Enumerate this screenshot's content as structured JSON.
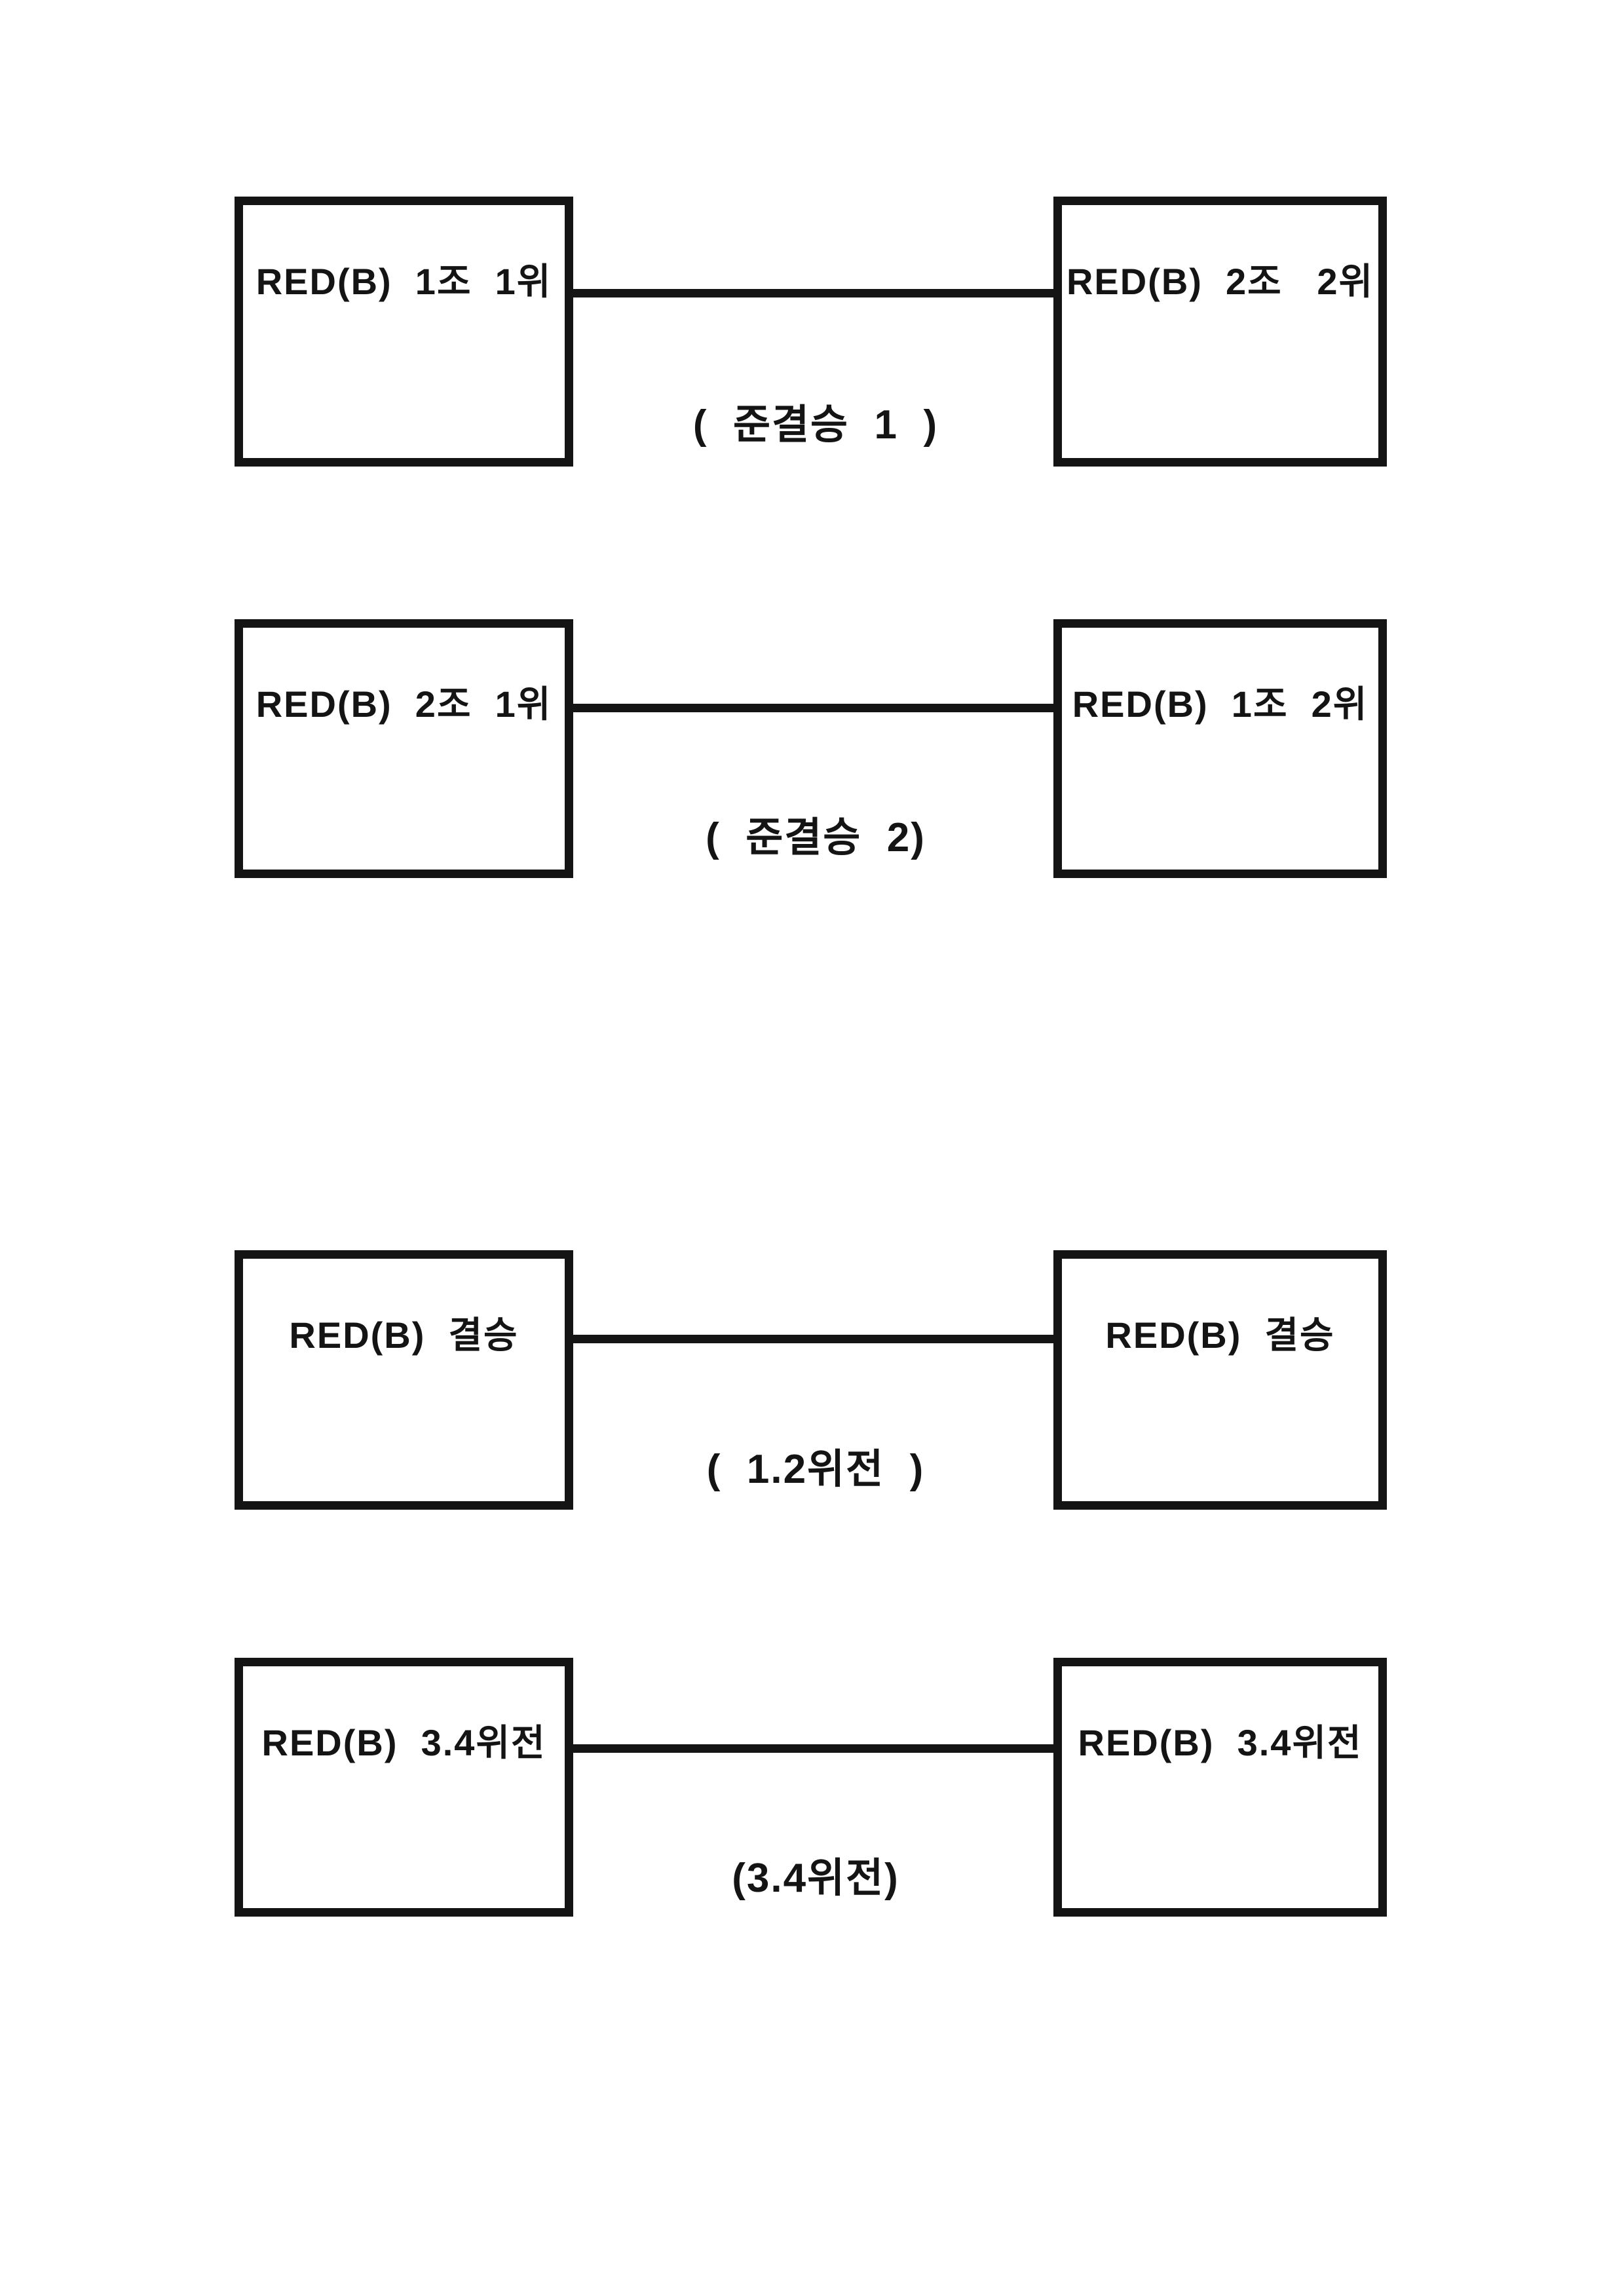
{
  "page": {
    "background_color": "#ffffff",
    "ink_color": "#141414"
  },
  "matches": [
    {
      "left_box": "RED(B)  1조  1위",
      "right_box": "RED(B)  2조   2위",
      "label": "(  준결승  1  )"
    },
    {
      "left_box": "RED(B)  2조  1위",
      "right_box": "RED(B)  1조  2위",
      "label": "(  준결승  2)"
    },
    {
      "left_box": "RED(B)  결승",
      "right_box": "RED(B)  결승",
      "label": "(  1.2위전  )"
    },
    {
      "left_box": "RED(B)  3.4위전",
      "right_box": "RED(B)  3.4위전",
      "label": "(3.4위전)"
    }
  ]
}
